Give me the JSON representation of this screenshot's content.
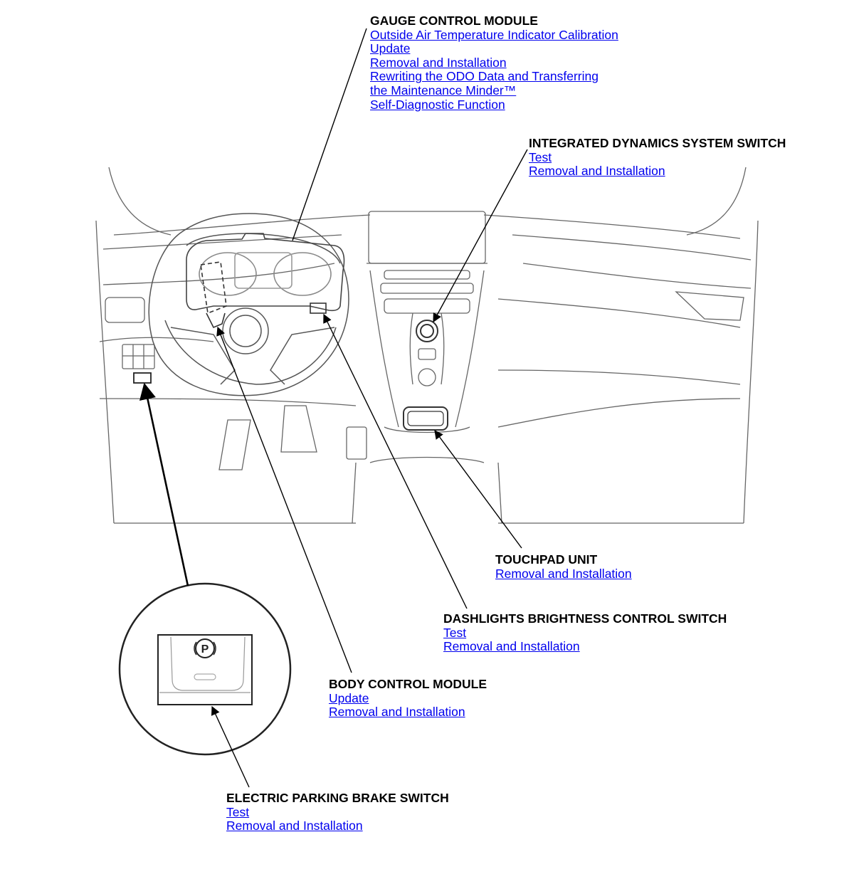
{
  "callouts": {
    "gauge": {
      "title": "GAUGE CONTROL MODULE",
      "links": [
        "Outside Air Temperature Indicator Calibration",
        "Update",
        "Removal and Installation",
        "Rewriting the ODO Data and Transferring ",
        "the Maintenance Minder™",
        "Self-Diagnostic Function"
      ]
    },
    "ids": {
      "title": "INTEGRATED DYNAMICS SYSTEM SWITCH",
      "links": [
        "Test",
        "Removal and Installation"
      ]
    },
    "touchpad": {
      "title": "TOUCHPAD UNIT",
      "links": [
        "Removal and Installation"
      ]
    },
    "dashlights": {
      "title": "DASHLIGHTS BRIGHTNESS CONTROL SWITCH",
      "links": [
        "Test",
        "Removal and Installation"
      ]
    },
    "bcm": {
      "title": "BODY CONTROL MODULE",
      "links": [
        "Update",
        "Removal and Installation"
      ]
    },
    "epb": {
      "title": "ELECTRIC PARKING BRAKE SWITCH",
      "links": [
        "Test",
        "Removal and Installation"
      ]
    }
  },
  "detail": {
    "parking_symbol": "P"
  },
  "colors": {
    "link": "#0000ee",
    "line_art": "#555555",
    "leader": "#000000"
  }
}
